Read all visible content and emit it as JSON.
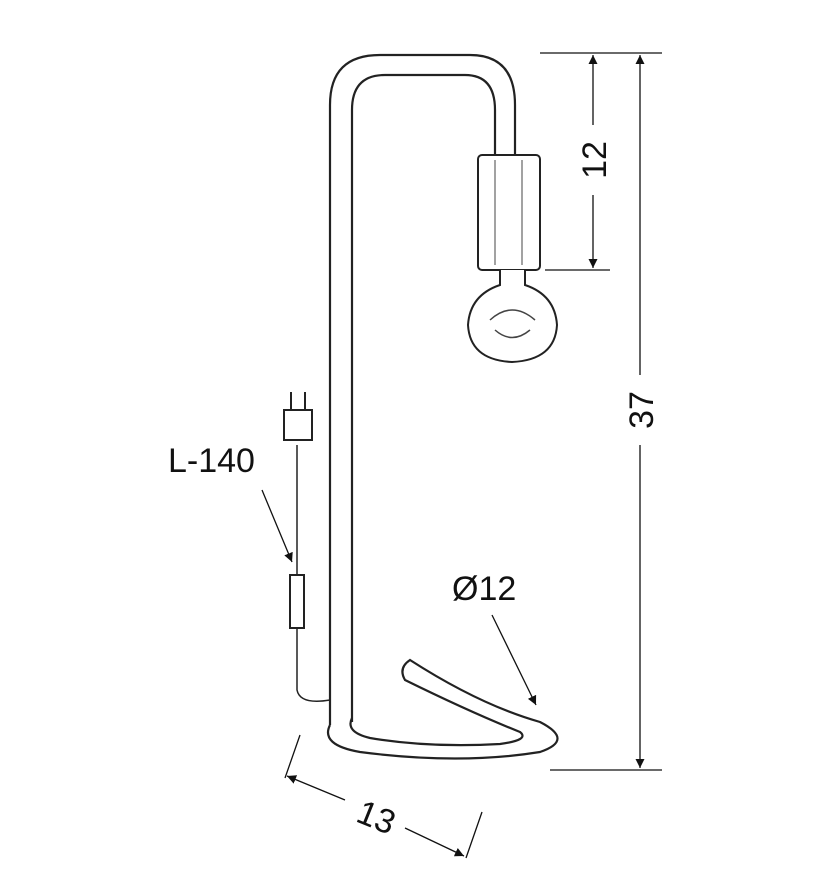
{
  "diagram": {
    "title": "Table lamp dimension drawing",
    "dimensions": {
      "socket_height": "12",
      "total_height": "37",
      "cable_length": "L-140",
      "base_diameter": "Ø12",
      "depth": "13"
    }
  }
}
